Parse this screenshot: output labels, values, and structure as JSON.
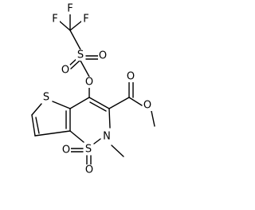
{
  "atoms": {
    "f_top": "F",
    "f_left": "F",
    "f_right": "F",
    "sulfonyl_oxygen_left": "O",
    "sulfonyl_sulfur": "S",
    "sulfonyl_oxygen_right": "O",
    "ester_bridge_oxygen": "O",
    "thiophene_sulfur": "S",
    "ester_carbonyl_oxygen": "O",
    "ester_ether_oxygen": "O",
    "ring_sulfur": "S",
    "ring_nitrogen": "N",
    "sulfone_oxygen_left": "O",
    "sulfone_oxygen_bottom": "O"
  }
}
